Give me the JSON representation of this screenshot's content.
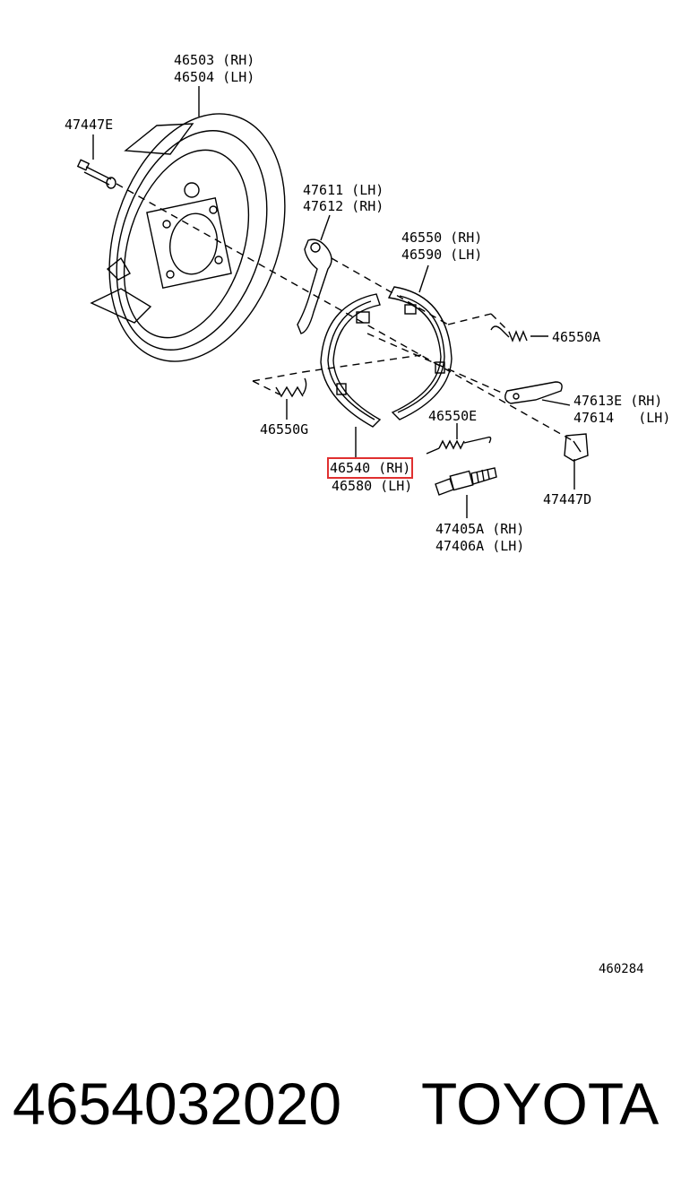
{
  "labels": {
    "l46503": "46503 (RH)",
    "l46504": "46504 (LH)",
    "l47447e": "47447E",
    "l47611": "47611 (LH)",
    "l47612": "47612 (RH)",
    "l46550": "46550 (RH)",
    "l46590": "46590 (LH)",
    "l46550a": "46550A",
    "l47613e": "47613E (RH)",
    "l47614": "47614   (LH)",
    "l46550g": "46550G",
    "l46550e": "46550E",
    "l46540": "46540 (RH)",
    "l46580": "46580 (LH)",
    "l47447d": "47447D",
    "l47405a": "47405A (RH)",
    "l47406a": "47406A (LH)"
  },
  "diagram_ref": "460284",
  "footer": {
    "part_number": "4654032020",
    "brand": "TOYOTA"
  },
  "colors": {
    "highlight": "#e03030",
    "ink": "#000000"
  }
}
